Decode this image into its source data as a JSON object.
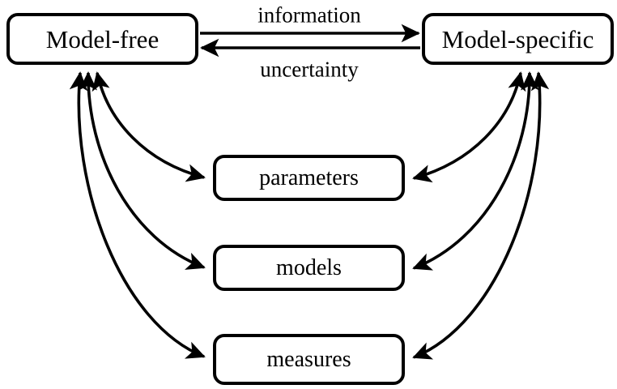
{
  "diagram": {
    "title": "Model-free and Model-specific relationship diagram",
    "background_color": "#ffffff",
    "stroke_color": "#000000",
    "nodes": [
      {
        "id": "model-free",
        "label": "Model-free"
      },
      {
        "id": "model-specific",
        "label": "Model-specific"
      },
      {
        "id": "parameters",
        "label": "parameters"
      },
      {
        "id": "models",
        "label": "models"
      },
      {
        "id": "measures",
        "label": "measures"
      }
    ],
    "edge_labels": [
      {
        "id": "information",
        "label": "information",
        "direction": "model-free-to-model-specific"
      },
      {
        "id": "uncertainty",
        "label": "uncertainty",
        "direction": "model-specific-to-model-free"
      }
    ],
    "edges": [
      {
        "from": "model-free",
        "to": "model-specific",
        "label": "information",
        "style": "straight",
        "arrows": "end"
      },
      {
        "from": "model-specific",
        "to": "model-free",
        "label": "uncertainty",
        "style": "straight",
        "arrows": "end"
      },
      {
        "from": "model-free",
        "to": "parameters",
        "label": "",
        "style": "curved",
        "arrows": "both"
      },
      {
        "from": "model-free",
        "to": "models",
        "label": "",
        "style": "curved",
        "arrows": "both"
      },
      {
        "from": "model-free",
        "to": "measures",
        "label": "",
        "style": "curved",
        "arrows": "both"
      },
      {
        "from": "model-specific",
        "to": "parameters",
        "label": "",
        "style": "curved",
        "arrows": "both"
      },
      {
        "from": "model-specific",
        "to": "models",
        "label": "",
        "style": "curved",
        "arrows": "both"
      },
      {
        "from": "model-specific",
        "to": "measures",
        "label": "",
        "style": "curved",
        "arrows": "both"
      }
    ]
  }
}
